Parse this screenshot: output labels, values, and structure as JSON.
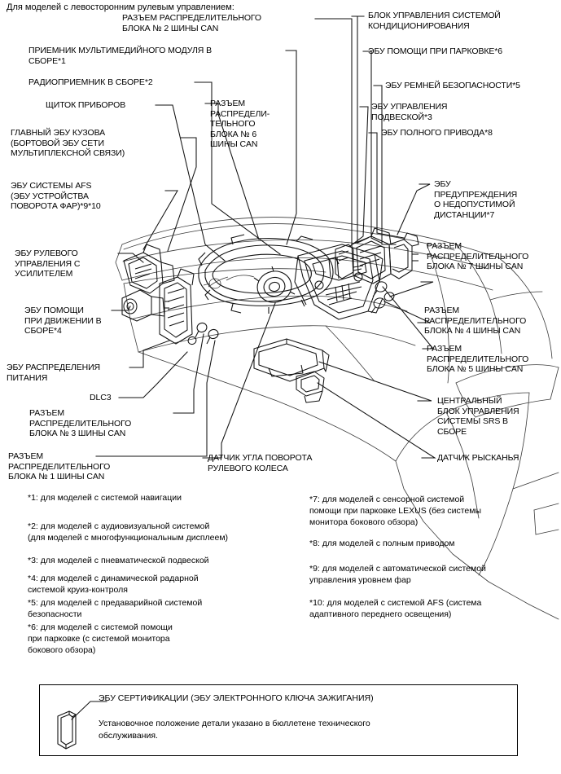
{
  "document": {
    "heading": "Для моделей с левосторонним рулевым управлением:"
  },
  "diagram": {
    "type": "vehicle-interior-component-location",
    "subject": "Расположение электронных блоков управления в салоне (панель приборов и центральная консоль)",
    "callouts": [
      {
        "id": "c1",
        "text": "РАЗЪЕМ РАСПРЕДЕЛИТЕЛЬНОГО\nБЛОКА № 2 ШИНЫ CAN",
        "side": "top-left"
      },
      {
        "id": "c2",
        "text": "ПРИЕМНИК МУЛЬТИМЕДИЙНОГО МОДУЛЯ В\nСБОРЕ*1",
        "side": "left"
      },
      {
        "id": "c3",
        "text": "РАДИОПРИЕМНИК В СБОРЕ*2",
        "side": "left"
      },
      {
        "id": "c4",
        "text": "ЩИТОК ПРИБОРОВ",
        "side": "left"
      },
      {
        "id": "c5",
        "text": "ГЛАВНЫЙ ЭБУ КУЗОВА\n(БОРТОВОЙ ЭБУ СЕТИ\nМУЛЬТИПЛЕКСНОЙ СВЯЗИ)",
        "side": "left"
      },
      {
        "id": "c6",
        "text": "ЭБУ СИСТЕМЫ AFS\n(ЭБУ УСТРОЙСТВА\nПОВОРОТА ФАР)*9*10",
        "side": "left"
      },
      {
        "id": "c7",
        "text": "ЭБУ РУЛЕВОГО\nУПРАВЛЕНИЯ С\nУСИЛИТЕЛЕМ",
        "side": "left"
      },
      {
        "id": "c8",
        "text": "ЭБУ ПОМОЩИ\nПРИ ДВИЖЕНИИ В\nСБОРЕ*4",
        "side": "left"
      },
      {
        "id": "c9",
        "text": "ЭБУ РАСПРЕДЕЛЕНИЯ\nПИТАНИЯ",
        "side": "left"
      },
      {
        "id": "c10",
        "text": "DLC3",
        "side": "left"
      },
      {
        "id": "c11",
        "text": "РАЗЪЕМ\nРАСПРЕДЕЛИТЕЛЬНОГО\nБЛОКА № 3 ШИНЫ CAN",
        "side": "left"
      },
      {
        "id": "c12",
        "text": "РАЗЪЕМ\nРАСПРЕДЕЛИТЕЛЬНОГО\nБЛОКА № 1 ШИНЫ CAN",
        "side": "left"
      },
      {
        "id": "c13",
        "text": "РАЗЪЕМ\nРАСПРЕДЕЛИ-\nТЕЛЬНОГО\nБЛОКА № 6\nШИНЫ CAN",
        "side": "center"
      },
      {
        "id": "c14",
        "text": "ДАТЧИК УГЛА ПОВОРОТА\nРУЛЕВОГО КОЛЕСА",
        "side": "bottom-center"
      },
      {
        "id": "c15",
        "text": "БЛОК УПРАВЛЕНИЯ СИСТЕМОЙ\nКОНДИЦИОНИРОВАНИЯ",
        "side": "top-right"
      },
      {
        "id": "c16",
        "text": "ЭБУ ПОМОЩИ ПРИ ПАРКОВКЕ*6",
        "side": "right"
      },
      {
        "id": "c17",
        "text": "ЭБУ РЕМНЕЙ БЕЗОПАСНОСТИ*5",
        "side": "right"
      },
      {
        "id": "c18",
        "text": "ЭБУ УПРАВЛЕНИЯ\nПОДВЕСКОЙ*3",
        "side": "right"
      },
      {
        "id": "c19",
        "text": "ЭБУ ПОЛНОГО ПРИВОДА*8",
        "side": "right"
      },
      {
        "id": "c20",
        "text": "ЭБУ\nПРЕДУПРЕЖДЕНИЯ\nО НЕДОПУСТИМОЙ\nДИСТАНЦИИ*7",
        "side": "right"
      },
      {
        "id": "c21",
        "text": "РАЗЪЕМ\nРАСПРЕДЕЛИТЕЛЬНОГО\nБЛОКА № 7 ШИНЫ CAN",
        "side": "right"
      },
      {
        "id": "c22",
        "text": "РАЗЪЕМ\nРАСПРЕДЕЛИТЕЛЬНОГО\nБЛОКА № 4 ШИНЫ CAN",
        "side": "right"
      },
      {
        "id": "c23",
        "text": "РАЗЪЕМ\nРАСПРЕДЕЛИТЕЛЬНОГО\nБЛОКА № 5 ШИНЫ CAN",
        "side": "right"
      },
      {
        "id": "c24",
        "text": "ЦЕНТРАЛЬНЫЙ\nБЛОК УПРАВЛЕНИЯ\nСИСТЕМЫ SRS В\nСБОРЕ",
        "side": "right"
      },
      {
        "id": "c25",
        "text": "ДАТЧИК РЫСКАНЬЯ",
        "side": "right"
      }
    ]
  },
  "footnotes": {
    "left_column": [
      "*1: для моделей с системой навигации",
      "*2: для моделей с аудиовизуальной системой\n(для моделей с многофункциональным дисплеем)",
      "*3: для моделей с пневматической подвеской",
      "*4: для моделей с динамической радарной\nсистемой круиз-контроля",
      "*5: для моделей с предаварийной системой\nбезопасности",
      "*6: для моделей с системой помощи\nпри парковке (с системой монитора\nбокового обзора)"
    ],
    "right_column": [
      "*7: для моделей с сенсорной системой\nпомощи при парковке LEXUS (без системы\nмонитора бокового обзора)",
      "*8: для моделей с полным приводом",
      "*9: для моделей с автоматической системой\nуправления уровнем фар",
      "*10: для моделей с системой AFS (система\nадаптивного переднего освещения)"
    ]
  },
  "boxed_note": {
    "title": "ЭБУ СЕРТИФИКАЦИИ (ЭБУ ЭЛЕКТРОННОГО КЛЮЧА ЗАЖИГАНИЯ)",
    "body": "Установочное положение детали указано в бюллетене технического\nобслуживания."
  },
  "colors": {
    "ink": "#000000",
    "artwork_line": "#1a1a1a",
    "artwork_light": "#6e6e6e",
    "background": "#ffffff"
  }
}
